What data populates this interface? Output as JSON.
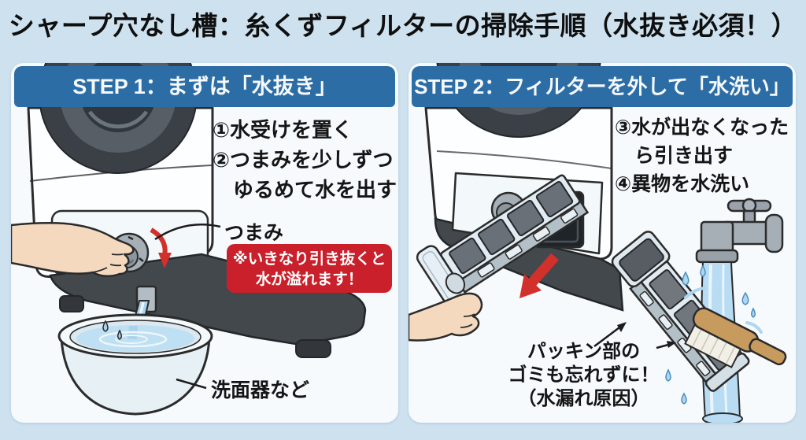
{
  "page": {
    "title": "シャープ穴なし槽：糸くずフィルターの掃除手順（水抜き必須！）"
  },
  "colors": {
    "page_bg": "#cde1ef",
    "panel_bg": "#f6fafd",
    "header_blue": "#2d6da5",
    "warning_red": "#c9202b",
    "arrow_red": "#d2302b",
    "text_black": "#151515"
  },
  "step1": {
    "header": "STEP 1：まずは「水抜き」",
    "instruction_1": "①水受けを置く",
    "instruction_2": "②つまみを少しずつ",
    "instruction_2_cont": "ゆるめて水を出す",
    "knob_label": "つまみ",
    "warning_line_1": "※いきなり引き抜くと",
    "warning_line_2": "水が溢れます！",
    "basin_label": "洗面器など"
  },
  "step2": {
    "header": "STEP 2：フィルターを外して「水洗い」",
    "instruction_3": "③水が出なくなった",
    "instruction_3_cont": "ら引き出す",
    "instruction_4": "④異物を水洗い",
    "note_line_1": "パッキン部の",
    "note_line_2": "ゴミも忘れずに！",
    "note_line_3": "（水漏れ原因）"
  }
}
